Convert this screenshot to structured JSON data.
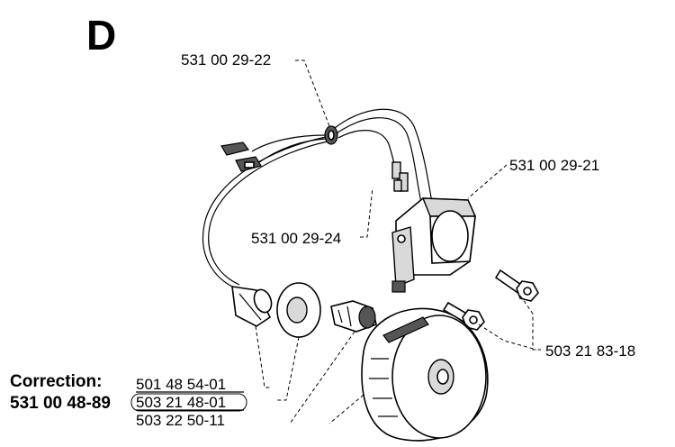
{
  "section_letter": "D",
  "labels": {
    "p1": "531 00 29-22",
    "p2": "531 00 29-21",
    "p3": "531 00 29-24",
    "p4": "503 21 83-18",
    "p5": "501 48 54-01",
    "p6": "503 21 48-01",
    "p7": "503 22 50-11"
  },
  "correction": {
    "label": "Correction:",
    "part": "531 00 48-89"
  }
}
